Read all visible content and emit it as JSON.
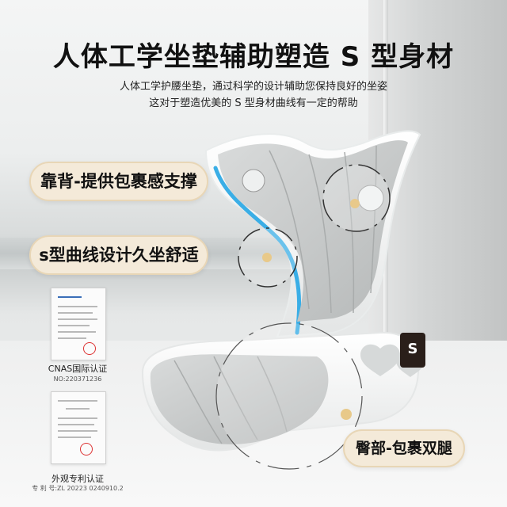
{
  "headline": "人体工学坐垫辅助塑造 S 型身材",
  "subtitle_line1": "人体工学护腰坐垫，通过科学的设计辅助您保持良好的坐姿",
  "subtitle_line2": "这对于塑造优美的 S 型身材曲线有一定的帮助",
  "features": [
    {
      "label": "靠背-提供包裹感支撑"
    },
    {
      "label": "s型曲线设计久坐舒适"
    },
    {
      "label": "臀部-包裹双腿"
    }
  ],
  "certificates": [
    {
      "name": "CNAS国际认证",
      "code": "NO:220371236"
    },
    {
      "name": "外观专利认证",
      "code": "专 利 号:ZL 20223 0240910.2"
    }
  ],
  "product": {
    "logo_letter": "S"
  },
  "colors": {
    "pill_bg": "#f4ead9",
    "accent_blue": "#3aaee6",
    "cushion_gray": "#c9cccc"
  }
}
